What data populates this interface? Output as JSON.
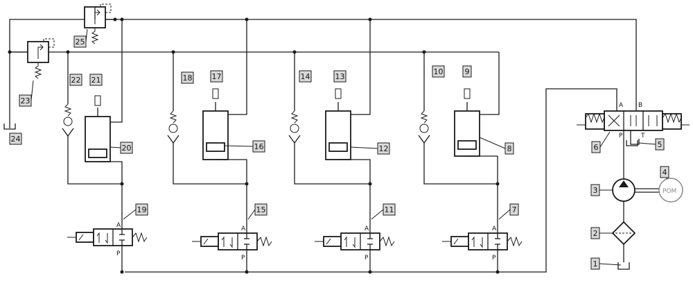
{
  "component_labels": {
    "c1": "1",
    "c2": "2",
    "c3": "3",
    "c4": "4",
    "c5": "5",
    "c6": "6",
    "c7": "7",
    "c8": "8",
    "c9": "9",
    "c10": "10",
    "c11": "11",
    "c12": "12",
    "c13": "13",
    "c14": "14",
    "c15": "15",
    "c16": "16",
    "c17": "17",
    "c18": "18",
    "c19": "19",
    "c20": "20",
    "c21": "21",
    "c22": "22",
    "c23": "23",
    "c24": "24",
    "c25": "25"
  },
  "ports": {
    "a": "A",
    "b": "B",
    "p": "P",
    "t": "T"
  },
  "motor_label": "POM",
  "colors": {
    "line": "#1a1a1a",
    "label_fill": "#d9d9d9",
    "motor_stroke": "#888888"
  }
}
